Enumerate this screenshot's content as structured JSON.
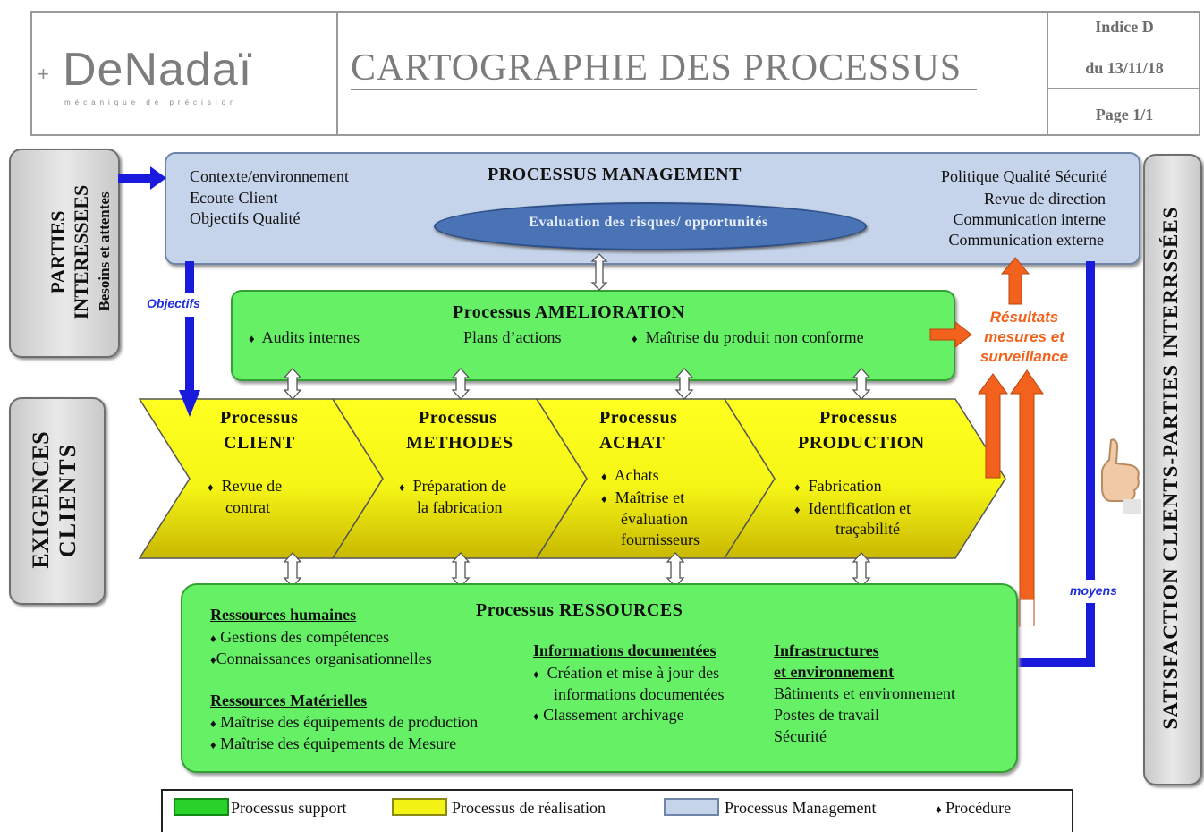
{
  "header": {
    "logo_plus": "+",
    "logo_text": "DeNadaï",
    "logo_tagline": "mécanique de précision",
    "title": "CARTOGRAPHIE DES PROCESSUS",
    "indice": "Indice D",
    "date": "du 13/11/18",
    "page": "Page 1/1"
  },
  "left_boxes": {
    "parties_line1": "PARTIES",
    "parties_line2": "INTERESSEES",
    "parties_line3": "Besoins et attentes",
    "exigences_line1": "EXIGENCES",
    "exigences_line2": "CLIENTS"
  },
  "right_box": {
    "label": "SATISFACTION  CLIENTS-PARTIES INTERRSSÉES"
  },
  "management": {
    "title": "PROCESSUS MANAGEMENT",
    "left_items": [
      "Contexte/environnement",
      "Ecoute Client",
      "Objectifs Qualité"
    ],
    "right_items": [
      "Politique Qualité Sécurité",
      "Revue de direction",
      "Communication interne",
      "Communication externe"
    ],
    "ellipse": "Evaluation des risques/ opportunités"
  },
  "amelioration": {
    "title": "Processus AMELIORATION",
    "item1": "Audits internes",
    "item2": "Plans d’actions",
    "item3": "Maîtrise du produit non conforme"
  },
  "realisation": [
    {
      "title1": "Processus",
      "title2": "CLIENT",
      "items": [
        "Revue de",
        "contrat"
      ]
    },
    {
      "title1": "Processus",
      "title2": "METHODES",
      "items": [
        "Préparation de",
        "la fabrication"
      ]
    },
    {
      "title1": "Processus",
      "title2": "ACHAT",
      "items": [
        "Achats",
        "Maîtrise et",
        "évaluation",
        "fournisseurs"
      ]
    },
    {
      "title1": "Processus",
      "title2": "PRODUCTION",
      "items": [
        "Fabrication",
        "Identification et",
        "traçabilité"
      ]
    }
  ],
  "ressources": {
    "title": "Processus RESSOURCES",
    "rh_title": "Ressources humaines",
    "rh_items": [
      "Gestions des compétences",
      "Connaissances organisationnelles"
    ],
    "rm_title": "Ressources Matérielles",
    "rm_items": [
      "Maîtrise des équipements de production",
      "Maîtrise des équipements de Mesure"
    ],
    "info_title": "Informations documentées",
    "info_items": [
      "Création et mise à jour des",
      "informations documentées",
      "Classement archivage"
    ],
    "infra_title1": "Infrastructures",
    "infra_title2": "et environnement",
    "infra_items": [
      "Bâtiments et environnement",
      "Postes de travail",
      "Sécurité"
    ]
  },
  "labels": {
    "objectifs": "Objectifs",
    "moyens": "moyens",
    "resultats1": "Résultats",
    "resultats2": "mesures et",
    "resultats3": "surveillance"
  },
  "legend": {
    "support": "Processus support",
    "realisation": "Processus de réalisation",
    "management": "Processus Management",
    "procedure": "Procédure",
    "bullet": "♦"
  },
  "colors": {
    "support": "#66f066",
    "realisation": "#f3f316",
    "management": "#c5d4ea",
    "arrow_blue": "#1a1adc",
    "arrow_orange": "#f2621c"
  }
}
